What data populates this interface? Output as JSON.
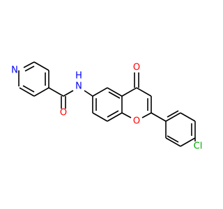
{
  "molecule": {
    "atoms": [
      {
        "id": "n-pyr",
        "label": "N",
        "color": "#0000ff"
      },
      {
        "id": "o-amide",
        "label": "O",
        "color": "#ff0000"
      },
      {
        "id": "n-amide",
        "label": "N",
        "color": "#0000ff"
      },
      {
        "id": "h-amide",
        "label": "H",
        "color": "#0000ff"
      },
      {
        "id": "o-ketone",
        "label": "O",
        "color": "#ff0000"
      },
      {
        "id": "o-ring",
        "label": "O",
        "color": "#ff0000"
      },
      {
        "id": "cl",
        "label": "Cl",
        "color": "#00aa00"
      }
    ]
  }
}
